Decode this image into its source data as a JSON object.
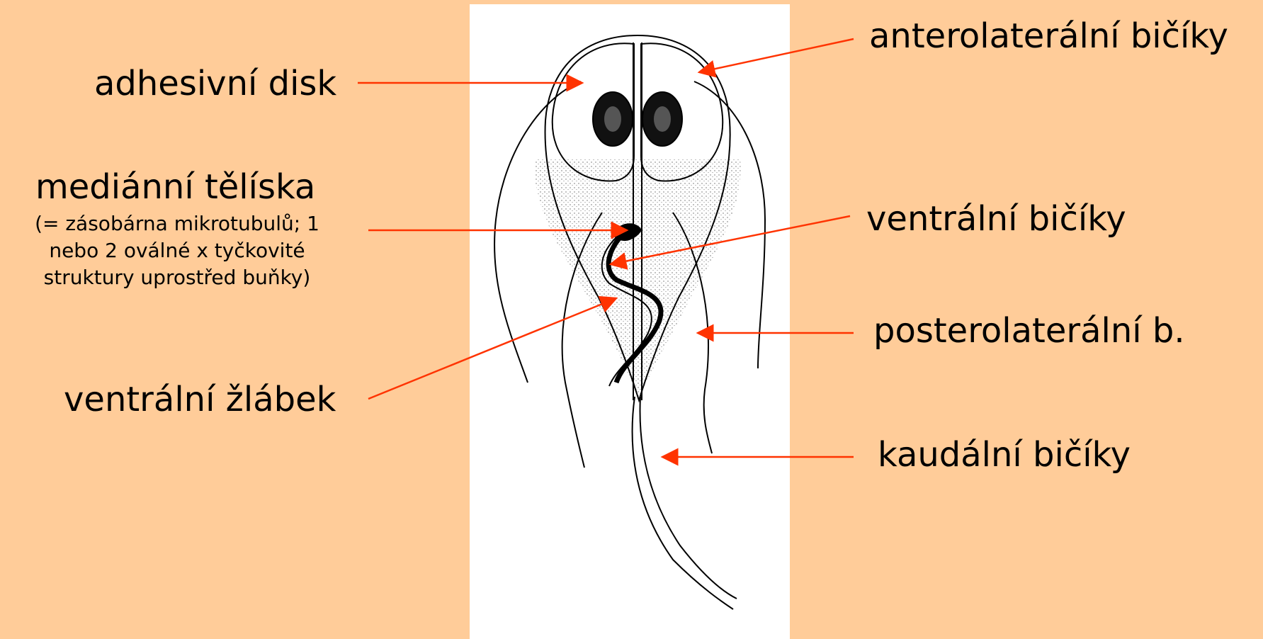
{
  "labels": {
    "adhesive_disk": "adhesivní disk",
    "median_bodies": "mediánní tělíska",
    "median_bodies_note_1": "(= zásobárna mikrotubulů; 1",
    "median_bodies_note_2": "nebo 2 oválné x tyčkovité",
    "median_bodies_note_3": "struktury uprostřed buňky)",
    "ventral_groove": "ventrální žlábek",
    "anterolateral_flagella": "anterolaterální bičíky",
    "ventral_flagella": "ventrální bičíky",
    "posterolateral_flagella": "posterolaterální b.",
    "caudal_flagella": "kaudální bičíky"
  },
  "colors": {
    "background": "#ffcc99",
    "panel": "#ffffff",
    "arrow": "#ff3300",
    "drawing": "#000000"
  }
}
